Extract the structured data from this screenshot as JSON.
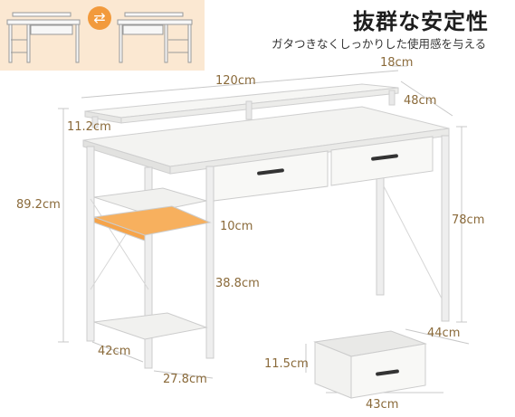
{
  "heading": {
    "title": "抜群な安定性",
    "subtitle": "ガタつきなくしっかりした使用感を与える"
  },
  "icons": {
    "swap": "swap-arrows-icon"
  },
  "colors": {
    "accent": "#f29a3c",
    "dimension_text": "#8a6a3a",
    "thumb_bg": "#fbe8d2",
    "desk": "#f4f4f2",
    "frame": "#e9e9e9"
  },
  "dimensions": {
    "total_width": "120cm",
    "monitor_shelf_depth": "18cm",
    "desk_depth": "48cm",
    "shelf_height": "11.2cm",
    "total_height": "89.2cm",
    "desk_height": "78cm",
    "shelf_gap": "10cm",
    "shelf_lower_height": "38.8cm",
    "shelf_depth": "42cm",
    "shelf_width": "27.8cm",
    "drawer_depth": "44cm",
    "drawer_height": "11.5cm",
    "drawer_width": "43cm"
  }
}
